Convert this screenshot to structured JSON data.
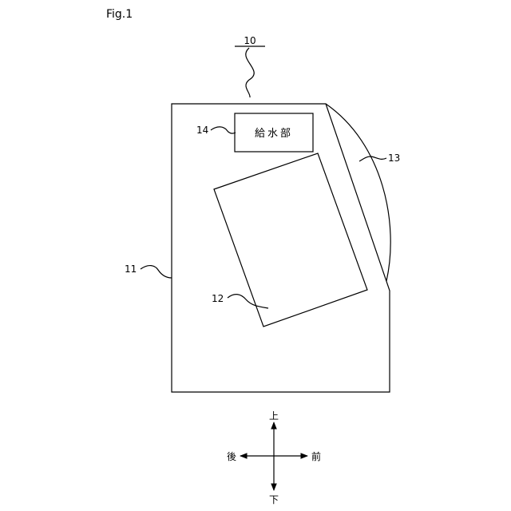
{
  "figure": {
    "title": "Fig.1",
    "refs": {
      "assembly": "10",
      "body": "11",
      "drum": "12",
      "door": "13",
      "water_supply": "14"
    },
    "water_supply_label": "給水部",
    "directions": {
      "up": "上",
      "down": "下",
      "back": "後",
      "front": "前"
    }
  }
}
